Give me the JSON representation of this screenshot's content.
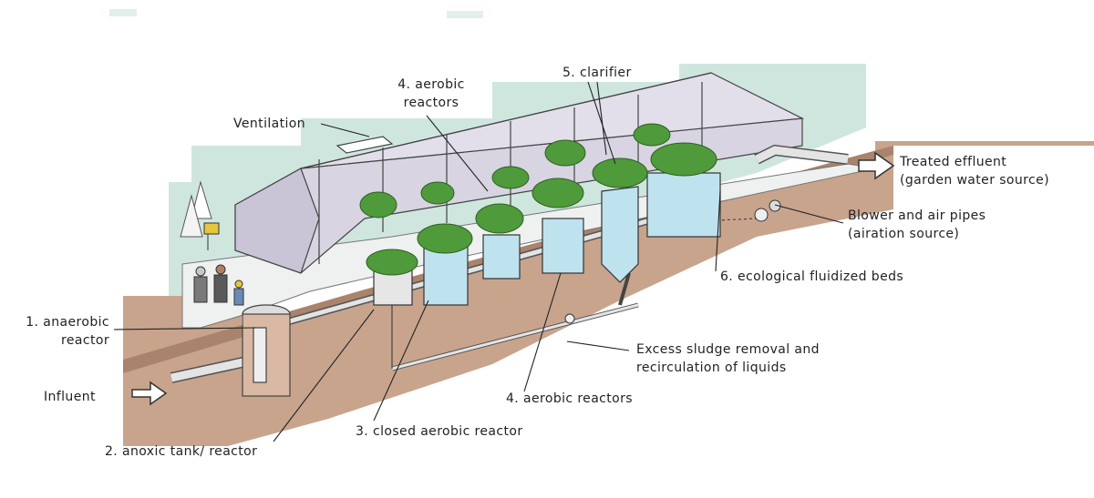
{
  "labels": {
    "ventilation": "Ventilation",
    "aerobic_top_1": "4. aerobic",
    "aerobic_top_2": "reactors",
    "clarifier": "5. clarifier",
    "treated_1": "Treated effluent",
    "treated_2": "(garden water source)",
    "blower_1": "Blower and air pipes",
    "blower_2": "(airation source)",
    "fluidized": "6. ecological fluidized beds",
    "anaerobic_1": "1. anaerobic",
    "anaerobic_2": "reactor",
    "sludge_1": "Excess sludge removal and",
    "sludge_2": "recirculation of liquids",
    "influent": "Influent",
    "aerobic_bottom": "4. aerobic reactors",
    "closed_aerobic": "3. closed aerobic reactor",
    "anoxic": "2. anoxic tank/ reactor"
  },
  "colors": {
    "sky": "#cfe6df",
    "ground": "#c8a48d",
    "ground_side": "#a9836b",
    "walkway": "#eef1ef",
    "greenhouse_glass": "#d8d4e2",
    "tank_water": "#bfe3ee",
    "plant_green": "#4f9a3a",
    "pipe": "#e4e4e4",
    "outline": "#333333"
  }
}
